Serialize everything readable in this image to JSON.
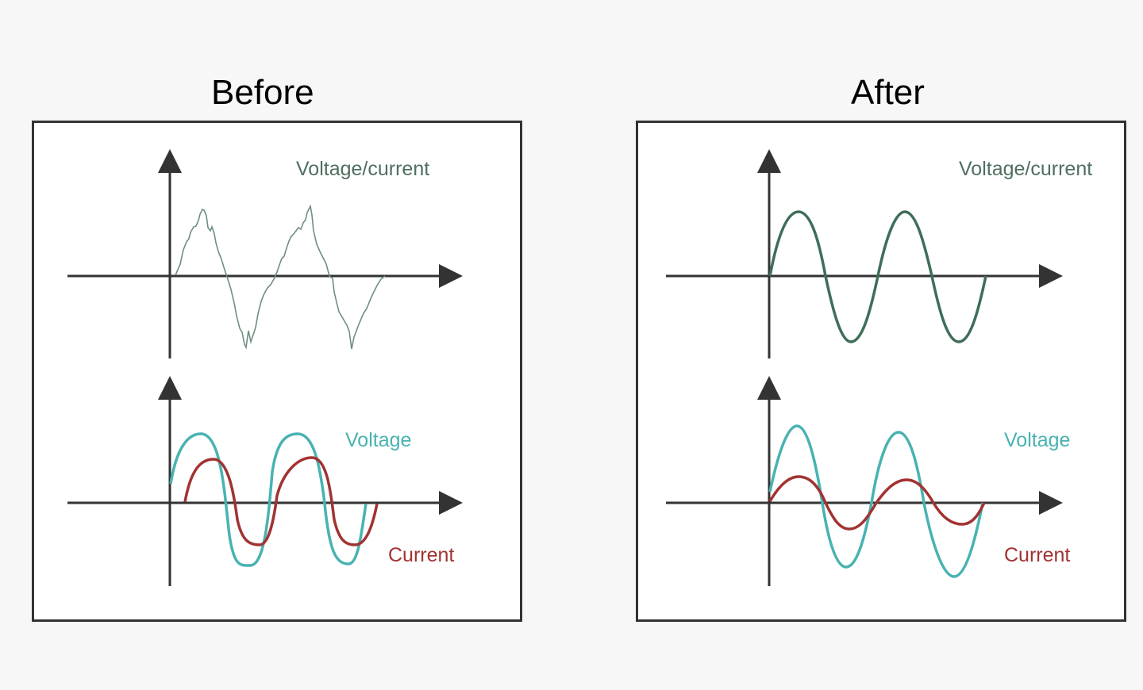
{
  "panels": [
    {
      "title": "Before",
      "top_label": "Voltage/current",
      "voltage_label": "Voltage",
      "current_label": "Current"
    },
    {
      "title": "After",
      "top_label": "Voltage/current",
      "voltage_label": "Voltage",
      "current_label": "Current"
    }
  ],
  "colors": {
    "axis": "#333333",
    "top_wave": "#3f6e58",
    "voltage": "#48b3b1",
    "current": "#a13332",
    "label_top": "#4f6f60"
  }
}
